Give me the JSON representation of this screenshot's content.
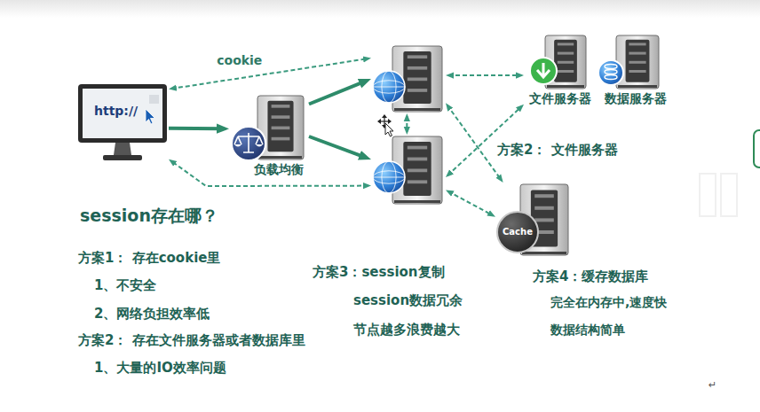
{
  "diagram": {
    "nodes": [
      {
        "text": [
          "http://"
        ]
      },
      {
        "text": [
          "负载均衡"
        ]
      },
      {
        "text": []
      },
      {
        "text": []
      },
      {
        "text": [
          "文件服务器"
        ]
      },
      {
        "text": [
          "数据服务器"
        ]
      },
      {
        "text": [
          "Cache"
        ]
      }
    ],
    "edges": [
      {
        "from": 0,
        "to": 2,
        "arrow": "both",
        "label": "cookie"
      },
      {
        "from": 0,
        "to": 1,
        "arrow": "to"
      },
      {
        "from": 1,
        "to": 2,
        "arrow": "to"
      },
      {
        "from": 1,
        "to": 3,
        "arrow": "to"
      },
      {
        "from": 3,
        "to": 0,
        "arrow": "both"
      },
      {
        "from": 2,
        "to": 4,
        "arrow": "both"
      },
      {
        "from": 2,
        "to": 3,
        "arrow": "both"
      },
      {
        "from": 2,
        "to": 6,
        "arrow": "both"
      },
      {
        "from": 3,
        "to": 6,
        "arrow": "both"
      },
      {
        "from": 3,
        "to": 4,
        "arrow": "both"
      }
    ],
    "labels": [
      "session存在哪？",
      "方案1： 存在cookie里",
      "1、不安全",
      "2、网络负担效率低",
      "方案2： 存在文件服务器或者数据库里",
      "1、大量的IO效率问题",
      "方案2： 文件服务器",
      "方案3：session复制",
      "session数据冗余",
      "节点越多浪费越大",
      "方案4：缓存数据库",
      "完全在内存中,速度快",
      "数据结构简单",
      "↵"
    ]
  }
}
